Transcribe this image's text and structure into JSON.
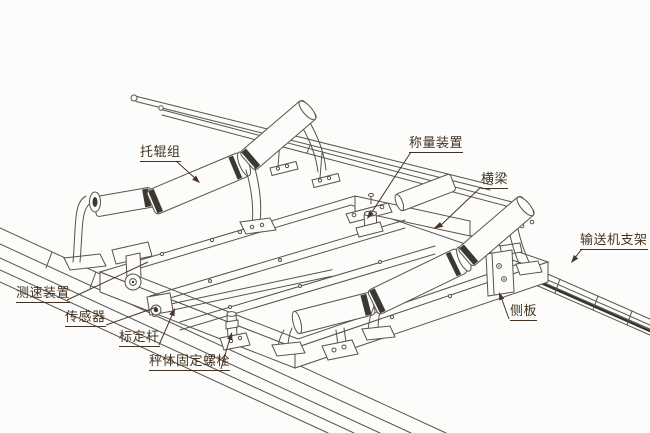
{
  "figure": {
    "colors": {
      "label": "#443322",
      "line": "#57524b",
      "line_dark": "#35312c",
      "background": "#fcfcfa"
    },
    "labels": [
      {
        "id": "idler-group",
        "text": "托辊组"
      },
      {
        "id": "weighing-device",
        "text": "称量装置"
      },
      {
        "id": "cross-beam",
        "text": "横梁"
      },
      {
        "id": "conveyor-support",
        "text": "输送机支架"
      },
      {
        "id": "speed-sensor",
        "text": "测速装置"
      },
      {
        "id": "load-cell-sensor",
        "text": "传感器"
      },
      {
        "id": "calibration-rod",
        "text": "标定杆"
      },
      {
        "id": "scale-body-fixing-bolt",
        "text": "秤体固定螺栓"
      },
      {
        "id": "side-plate",
        "text": "侧板"
      }
    ]
  }
}
